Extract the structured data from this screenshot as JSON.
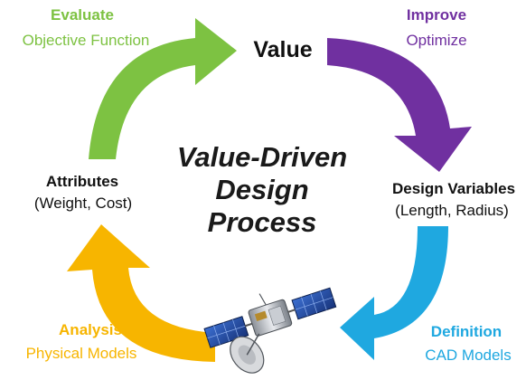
{
  "colors": {
    "evaluate": "#7dc242",
    "improve": "#7030a0",
    "definition": "#1fa8e0",
    "analysis": "#f7b500",
    "text": "#111111"
  },
  "center_title": [
    "Value-Driven",
    "Design",
    "Process"
  ],
  "nodes": {
    "value": {
      "label": "Value"
    },
    "design_variables": {
      "label": "Design Variables",
      "detail": "(Length, Radius)"
    },
    "attributes": {
      "label": "Attributes",
      "detail": "(Weight, Cost)"
    },
    "satellite": {
      "icon": "satellite-icon"
    }
  },
  "steps": {
    "evaluate": {
      "label": "Evaluate",
      "detail": "Objective Function"
    },
    "improve": {
      "label": "Improve",
      "detail": "Optimize"
    },
    "definition": {
      "label": "Definition",
      "detail": "CAD Models"
    },
    "analysis": {
      "label": "Analysis",
      "detail": "Physical Models"
    }
  }
}
